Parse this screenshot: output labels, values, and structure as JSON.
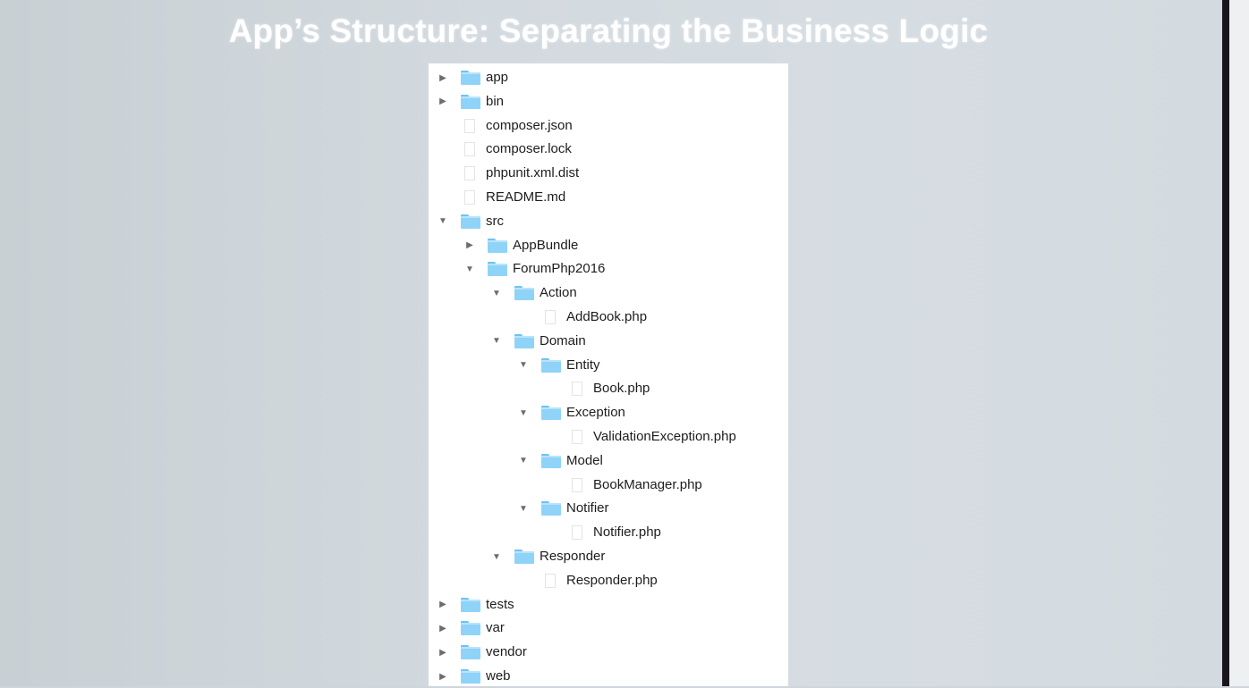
{
  "slide": {
    "title": "App’s Structure: Separating the Business Logic"
  },
  "tree": [
    {
      "label": "app",
      "type": "folder",
      "depth": 0,
      "state": "collapsed"
    },
    {
      "label": "bin",
      "type": "folder",
      "depth": 0,
      "state": "collapsed"
    },
    {
      "label": "composer.json",
      "type": "file",
      "depth": 0
    },
    {
      "label": "composer.lock",
      "type": "file",
      "depth": 0
    },
    {
      "label": "phpunit.xml.dist",
      "type": "file",
      "depth": 0
    },
    {
      "label": "README.md",
      "type": "file",
      "depth": 0
    },
    {
      "label": "src",
      "type": "folder",
      "depth": 0,
      "state": "expanded"
    },
    {
      "label": "AppBundle",
      "type": "folder",
      "depth": 1,
      "state": "collapsed"
    },
    {
      "label": "ForumPhp2016",
      "type": "folder",
      "depth": 1,
      "state": "expanded"
    },
    {
      "label": "Action",
      "type": "folder",
      "depth": 2,
      "state": "expanded"
    },
    {
      "label": "AddBook.php",
      "type": "file",
      "depth": 3
    },
    {
      "label": "Domain",
      "type": "folder",
      "depth": 2,
      "state": "expanded"
    },
    {
      "label": "Entity",
      "type": "folder",
      "depth": 3,
      "state": "expanded"
    },
    {
      "label": "Book.php",
      "type": "file",
      "depth": 4
    },
    {
      "label": "Exception",
      "type": "folder",
      "depth": 3,
      "state": "expanded"
    },
    {
      "label": "ValidationException.php",
      "type": "file",
      "depth": 4
    },
    {
      "label": "Model",
      "type": "folder",
      "depth": 3,
      "state": "expanded"
    },
    {
      "label": "BookManager.php",
      "type": "file",
      "depth": 4
    },
    {
      "label": "Notifier",
      "type": "folder",
      "depth": 3,
      "state": "expanded"
    },
    {
      "label": "Notifier.php",
      "type": "file",
      "depth": 4
    },
    {
      "label": "Responder",
      "type": "folder",
      "depth": 2,
      "state": "expanded"
    },
    {
      "label": "Responder.php",
      "type": "file",
      "depth": 3
    },
    {
      "label": "tests",
      "type": "folder",
      "depth": 0,
      "state": "collapsed"
    },
    {
      "label": "var",
      "type": "folder",
      "depth": 0,
      "state": "collapsed"
    },
    {
      "label": "vendor",
      "type": "folder",
      "depth": 0,
      "state": "collapsed"
    },
    {
      "label": "web",
      "type": "folder",
      "depth": 0,
      "state": "collapsed"
    }
  ],
  "icons": {
    "folder": "folder-icon",
    "file": "file-icon",
    "collapsed": "disclosure-right-icon",
    "expanded": "disclosure-down-icon"
  },
  "colors": {
    "folder": "#8fd3f8",
    "background": "#d3dadf",
    "title": "#ffffff"
  }
}
